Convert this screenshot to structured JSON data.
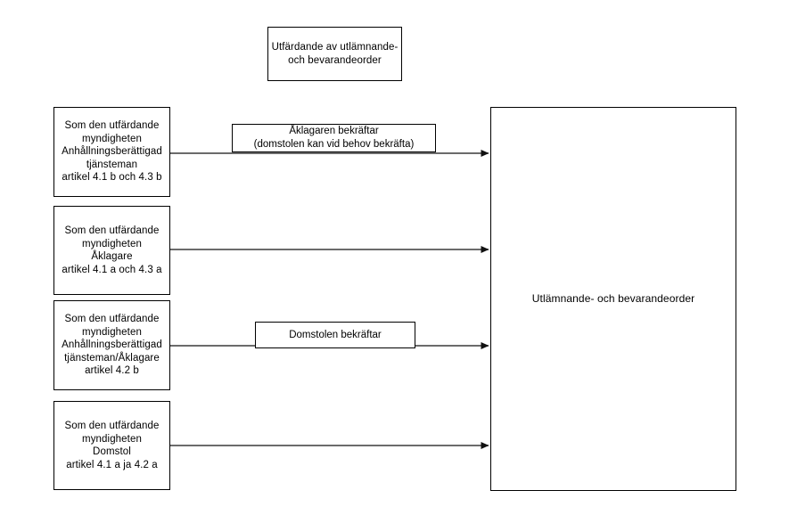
{
  "diagram": {
    "title_box": {
      "label": "Utfärdande av utlämnande-\noch bevarandeorder"
    },
    "target_box": {
      "label": "Utlämnande- och bevarandeorder"
    },
    "source_boxes": [
      {
        "id": "issuing-authority-investigator",
        "label": "Som den utfärdande\nmyndigheten\nAnhållningsberättigad\ntjänsteman\nartikel 4.1 b och 4.3 b"
      },
      {
        "id": "issuing-authority-prosecutor",
        "label": "Som den utfärdande\nmyndigheten\nÅklagare\nartikel 4.1 a och 4.3 a"
      },
      {
        "id": "issuing-authority-investigator-prosecutor",
        "label": "Som den utfärdande\nmyndigheten\nAnhållningsberättigad\ntjänsteman/Åklagare\nartikel 4.2 b"
      },
      {
        "id": "issuing-authority-court",
        "label": "Som den utfärdande\nmyndigheten\nDomstol\nartikel 4.1 a ja 4.2 a"
      }
    ],
    "edge_labels": [
      {
        "id": "prosecutor-validates",
        "label": "Åklagaren bekräftar\n(domstolen kan vid behov bekräfta)"
      },
      {
        "id": "court-validates",
        "label": "Domstolen bekräftar"
      }
    ],
    "colors": {
      "stroke": "#000000",
      "background": "#ffffff",
      "text": "#000000",
      "edge": "#3f3f3f"
    }
  }
}
